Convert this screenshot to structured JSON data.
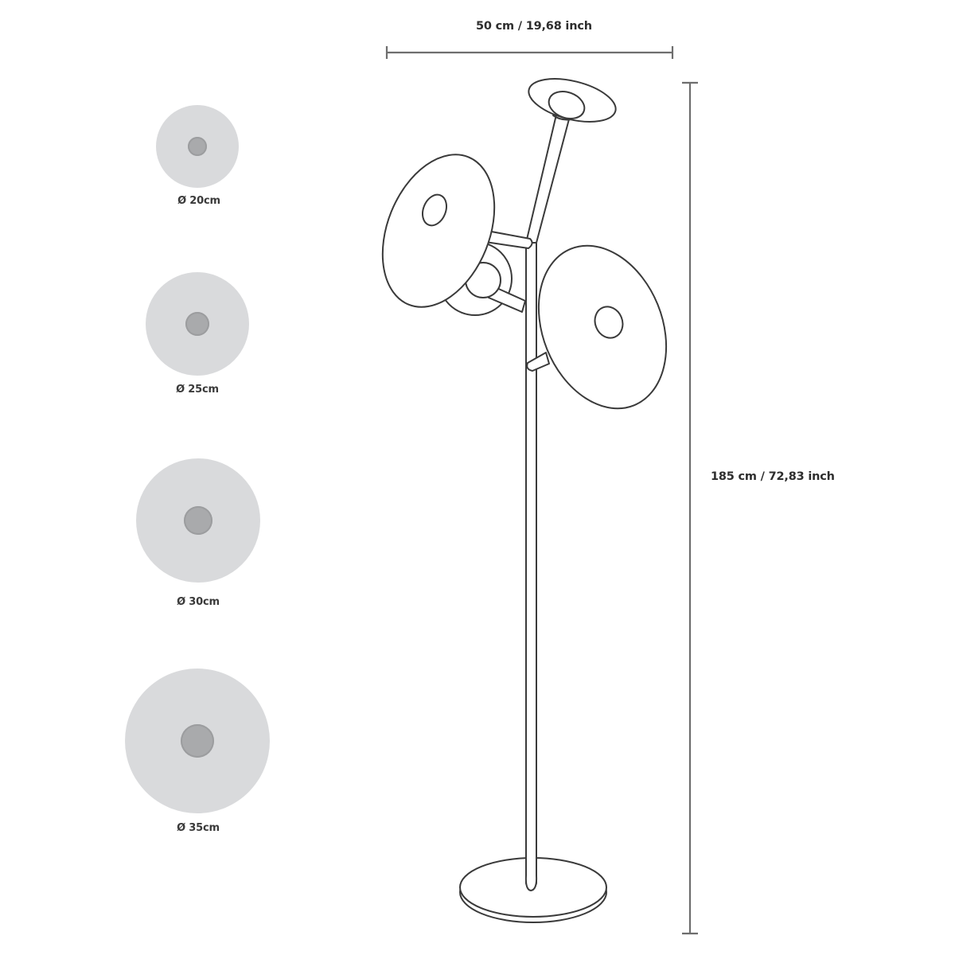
{
  "diagram": {
    "subject": "floor lamp with four round disc shades",
    "dimensions": {
      "width_label": "50 cm / 19,68 inch",
      "height_label": "185 cm / 72,83 inch"
    },
    "shade_sizes": [
      {
        "label": "Ø 20cm",
        "diameter_cm": 20
      },
      {
        "label": "Ø 25cm",
        "diameter_cm": 25
      },
      {
        "label": "Ø 30cm",
        "diameter_cm": 30
      },
      {
        "label": "Ø 35cm",
        "diameter_cm": 35
      }
    ],
    "colors": {
      "line": "#3a3a3a",
      "disc_fill": "#d9dadc",
      "disc_center": "#a9aaac",
      "dimension_line": "#6e6e6e"
    }
  }
}
